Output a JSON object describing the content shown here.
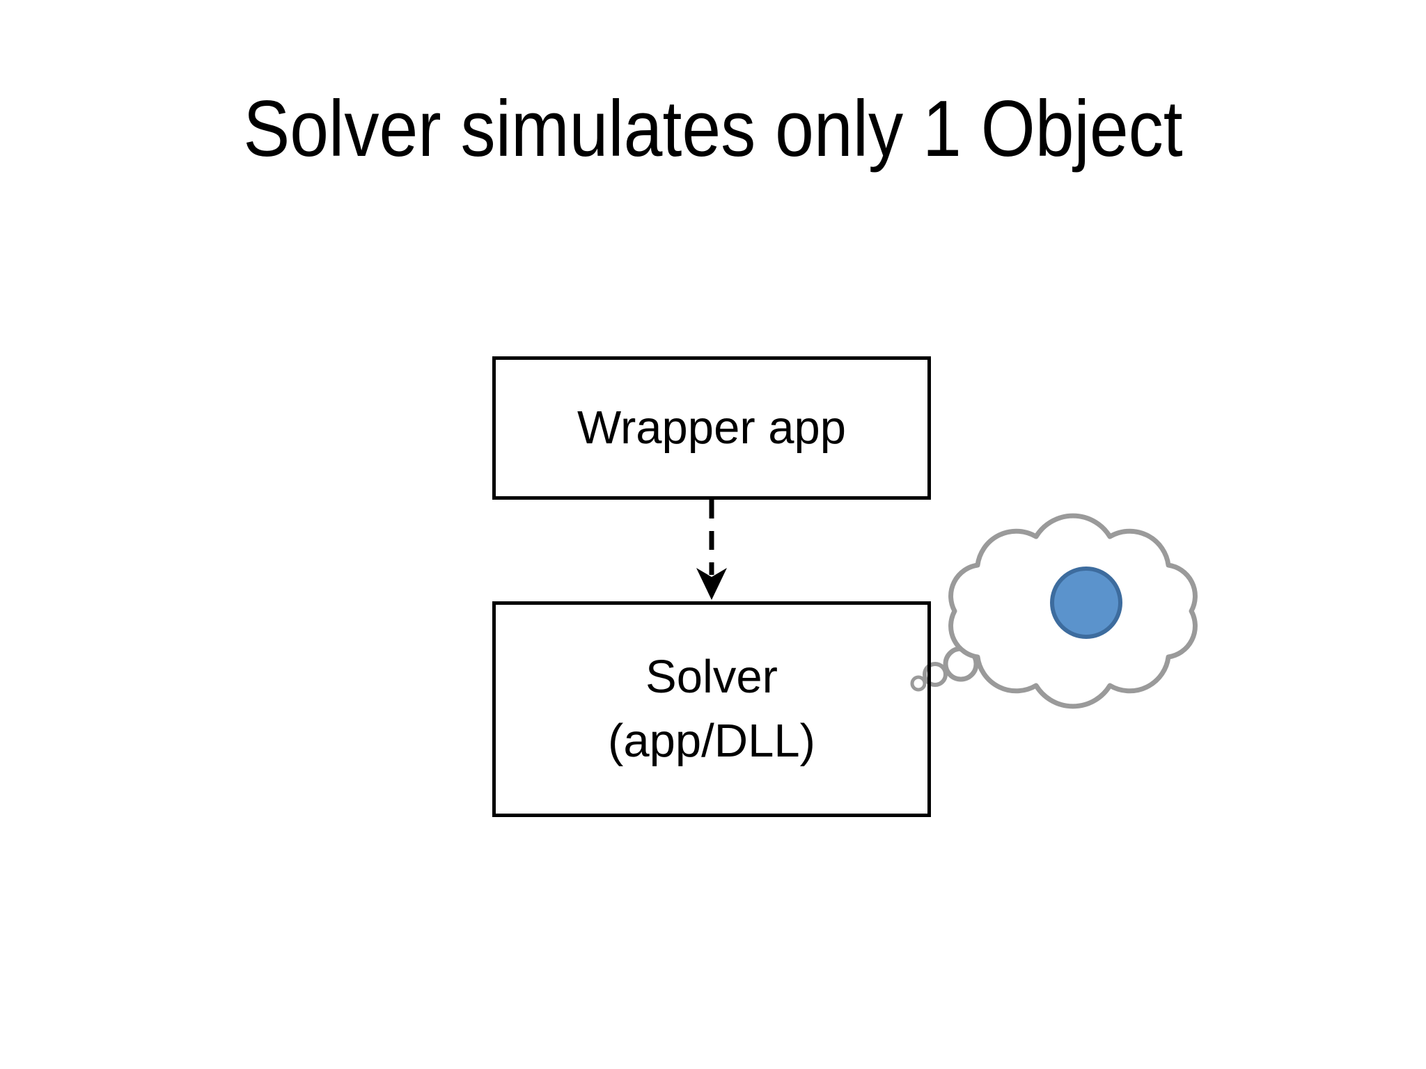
{
  "slide": {
    "title": "Solver simulates only 1 Object",
    "background": "#ffffff",
    "ink_color": "#000000"
  },
  "diagram": {
    "boxes": [
      {
        "id": "wrapper-app",
        "label": "Wrapper app"
      },
      {
        "id": "solver",
        "label_lines": [
          "Solver",
          "(app/DLL)"
        ]
      }
    ],
    "connector": {
      "style": "dashed",
      "direction": "down",
      "from": "wrapper-app",
      "to": "solver",
      "color": "#000000"
    },
    "thought_bubble": {
      "kind": "cloud-callout",
      "outline_color": "#9a9a9a",
      "fill_color": "#ffffff",
      "dot_fill": "#5b93cc",
      "dot_stroke": "#3d6c9e"
    }
  }
}
